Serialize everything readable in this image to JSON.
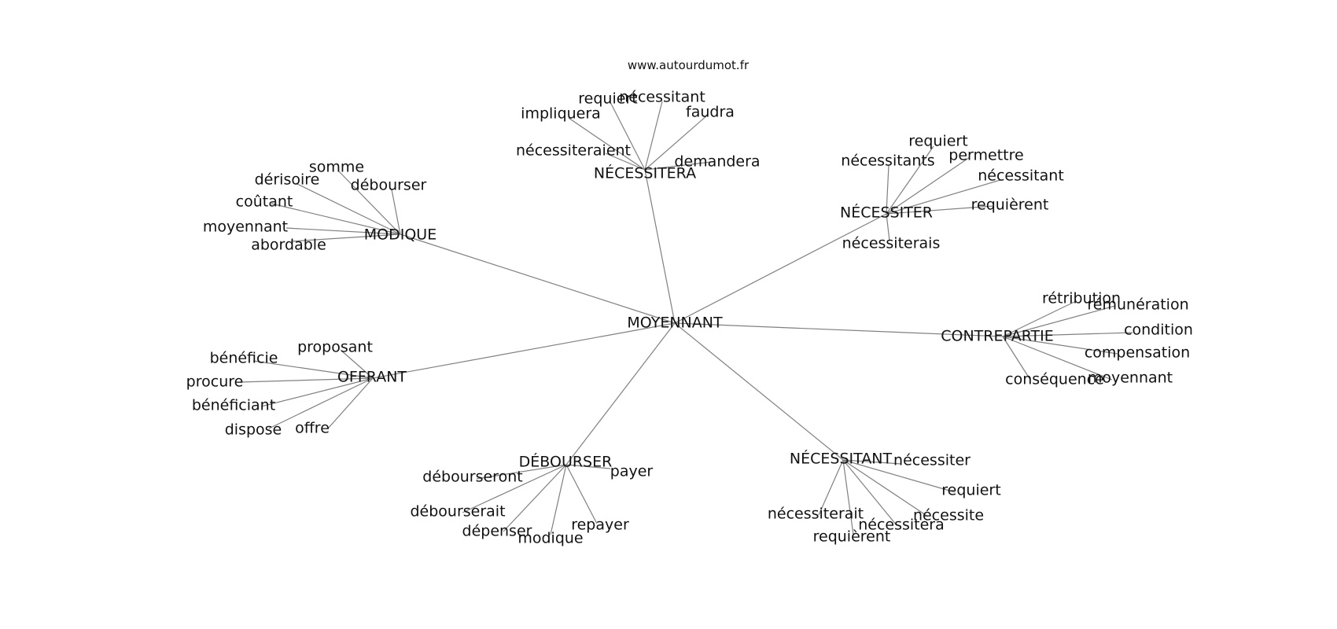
{
  "watermark": "www.autourdumot.fr",
  "diagram": {
    "center": "MOYENNANT",
    "clusters": [
      {
        "hub": "MODIQUE",
        "leaves": [
          "somme",
          "dérisoire",
          "débourser",
          "coûtant",
          "moyennant",
          "abordable"
        ]
      },
      {
        "hub": "NÉCESSITERA",
        "leaves": [
          "requiert",
          "nécessitant",
          "impliquera",
          "faudra",
          "nécessiteraient",
          "demandera"
        ]
      },
      {
        "hub": "NÉCESSITER",
        "leaves": [
          "requiert",
          "nécessitants",
          "permettre",
          "nécessitant",
          "requièrent",
          "nécessiterais"
        ]
      },
      {
        "hub": "CONTREPARTIE",
        "leaves": [
          "rétribution",
          "rémunération",
          "condition",
          "compensation",
          "conséquence",
          "moyennant"
        ]
      },
      {
        "hub": "OFFRANT",
        "leaves": [
          "proposant",
          "bénéficie",
          "procure",
          "bénéficiant",
          "dispose",
          "offre"
        ]
      },
      {
        "hub": "DÉBOURSER",
        "leaves": [
          "débourseront",
          "payer",
          "débourserait",
          "dépenser",
          "modique",
          "repayer"
        ]
      },
      {
        "hub": "NÉCESSITANT",
        "leaves": [
          "nécessiter",
          "requiert",
          "nécessiterait",
          "nécessite",
          "nécessitera",
          "requièrent"
        ]
      }
    ]
  }
}
